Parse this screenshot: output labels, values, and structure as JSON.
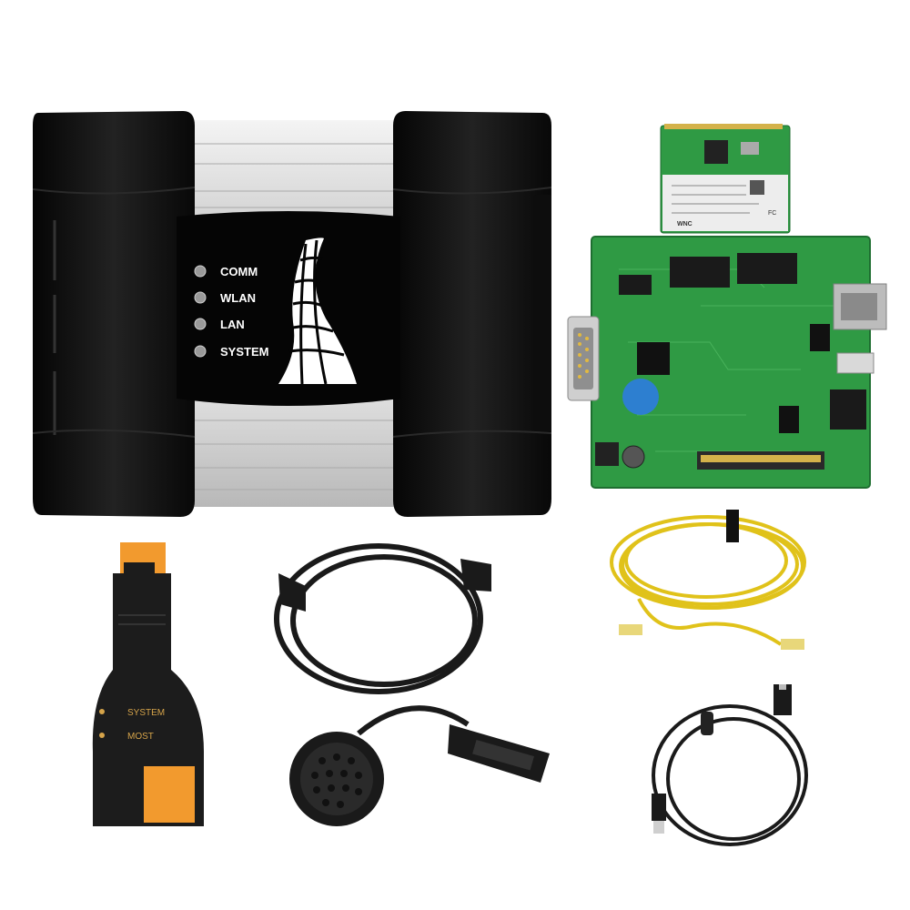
{
  "main_unit": {
    "led_labels": [
      "COMM",
      "WLAN",
      "LAN",
      "SYSTEM"
    ],
    "colors": {
      "body": "#111111",
      "aluminum": "#d9d9d9",
      "led": "#9a9a9a"
    }
  },
  "wifi_card": {
    "brand": "WNC",
    "cert_mark": "FC"
  },
  "security_module": {
    "labels": [
      "SYSTEM",
      "MOST"
    ],
    "colors": {
      "body": "#1c1c1c",
      "accent": "#f29a2e",
      "label": "#d6a44a"
    }
  },
  "colors": {
    "pcb": "#2f9a44",
    "lan_cable": "#e0c21a",
    "cable": "#1a1a1a",
    "capacitor": "#2d7fd0"
  }
}
